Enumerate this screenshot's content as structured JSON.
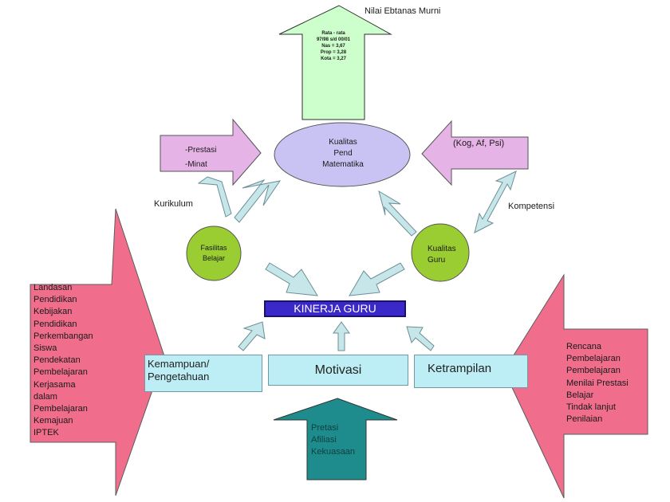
{
  "top_arrow": {
    "title": "Nilai Ebtanas Murni",
    "lines": [
      "Rata - rata",
      "97/98 s/d 00/01",
      "Nas = 3,67",
      "Prop = 3,28",
      "Kota = 3,27"
    ]
  },
  "center_node": {
    "lines": [
      "Kualitas",
      "Pend",
      "Matematika"
    ]
  },
  "left_outcome": {
    "lines": [
      "-Prestasi",
      "-Minat"
    ]
  },
  "right_outcome": {
    "label": "(Kog, Af, Psi)"
  },
  "links": {
    "kurikulum": "Kurikulum",
    "kompetensi": "Kompetensi"
  },
  "fasilitas": {
    "lines": [
      "Fasilitas",
      "Belajar"
    ]
  },
  "kualitas_guru": {
    "lines": [
      "Kualitas",
      "Guru"
    ]
  },
  "kinerja": {
    "label": "KINERJA GURU"
  },
  "factors": {
    "kemampuan": [
      "Kemampuan/",
      "Pengetahuan"
    ],
    "motivasi": "Motivasi",
    "ketrampilan": "Ketrampilan"
  },
  "bottom_arrow": {
    "lines": [
      "Pretasi",
      "Afiliasi",
      "Kekuasaan"
    ]
  },
  "left_big_arrow": {
    "lines": [
      "Landasan",
      "Pendidikan",
      "Kebijakan",
      "Pendidikan",
      "Perkembangan",
      "Siswa",
      "Pendekatan",
      "Pembelajaran",
      "Kerjasama",
      "dalam",
      "Pembelajaran",
      "Kemajuan",
      "IPTEK"
    ]
  },
  "right_big_arrow": {
    "lines": [
      "Rencana",
      "Pembelajaran",
      "Pembelajaran",
      "Menilai Prestasi",
      "Belajar",
      "Tindak lanjut",
      "Penilaian"
    ]
  },
  "colors": {
    "green_arrow": "#ccffcc",
    "lavender_arrow": "#e6b3e6",
    "ellipse": "#c9c3f3",
    "green_circle": "#9acd32",
    "pink_arrow": "#f06e8c",
    "teal_arrow": "#1e8c8c",
    "light_blue_arrow": "#c7e6ea",
    "factor_box": "#bdeef5",
    "kinerja_box": "#3a28c8"
  }
}
